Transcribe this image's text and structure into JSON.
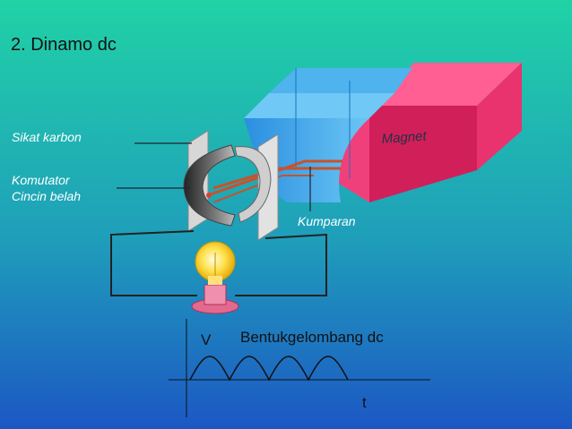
{
  "slide": {
    "title": "2. Dinamo dc",
    "colors": {
      "bg_top": "#20d2a6",
      "bg_bottom": "#1c57c4",
      "magnet": "#e8336f",
      "coil": "#3aa6e6"
    }
  },
  "labels": {
    "sikat": "Sikat karbon",
    "komutator_1": "Komutator",
    "komutator_2": "Cincin belah",
    "magnet": "Magnet",
    "kumparan": "Kumparan"
  },
  "graph": {
    "title": "Bentukgelombang dc",
    "y_label": "V",
    "x_label": "t",
    "humps": 4
  },
  "icons": [
    "light-bulb-icon"
  ]
}
